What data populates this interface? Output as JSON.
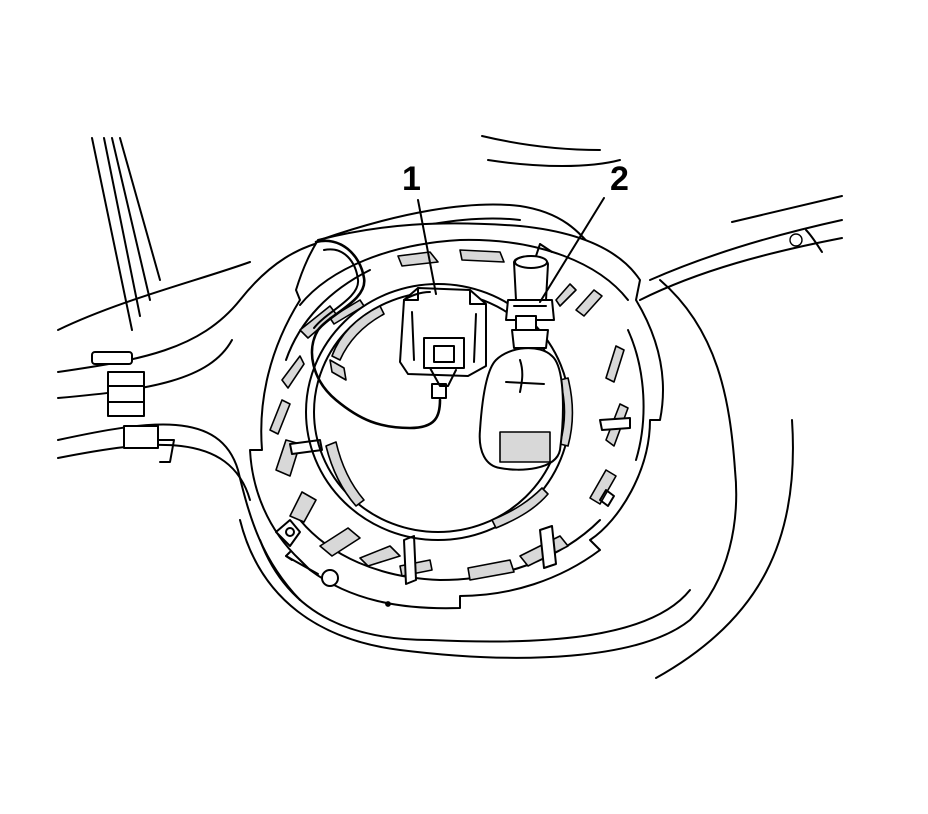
{
  "callouts": [
    {
      "id": "1",
      "label": "1"
    },
    {
      "id": "2",
      "label": "2"
    }
  ],
  "colors": {
    "line": "#000000",
    "background": "#ffffff",
    "shade": "#d8d8d8"
  }
}
